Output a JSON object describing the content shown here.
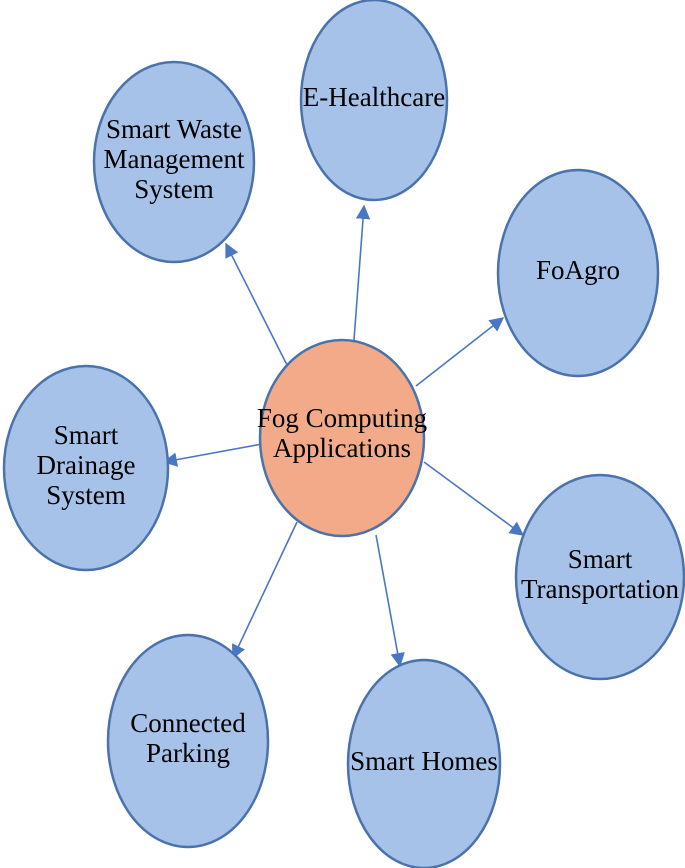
{
  "colors": {
    "leaf_fill": "#a7c2e8",
    "leaf_stroke": "#4a73ad",
    "center_fill": "#f2aa88",
    "center_stroke": "#4a73ad",
    "edge": "#4a77c4"
  },
  "center": {
    "lines": [
      "Fog Computing",
      "Applications"
    ]
  },
  "nodes": [
    {
      "id": "smart-waste",
      "lines": [
        "Smart Waste",
        "Management",
        "System"
      ]
    },
    {
      "id": "e-healthcare",
      "lines": [
        "E-Healthcare"
      ]
    },
    {
      "id": "foagro",
      "lines": [
        "FoAgro"
      ]
    },
    {
      "id": "smart-drainage",
      "lines": [
        "Smart",
        "Drainage",
        "System"
      ]
    },
    {
      "id": "smart-transportation",
      "lines": [
        "Smart",
        "Transportation"
      ]
    },
    {
      "id": "connected-parking",
      "lines": [
        "Connected",
        "Parking"
      ]
    },
    {
      "id": "smart-homes",
      "lines": [
        "Smart Homes"
      ]
    }
  ]
}
